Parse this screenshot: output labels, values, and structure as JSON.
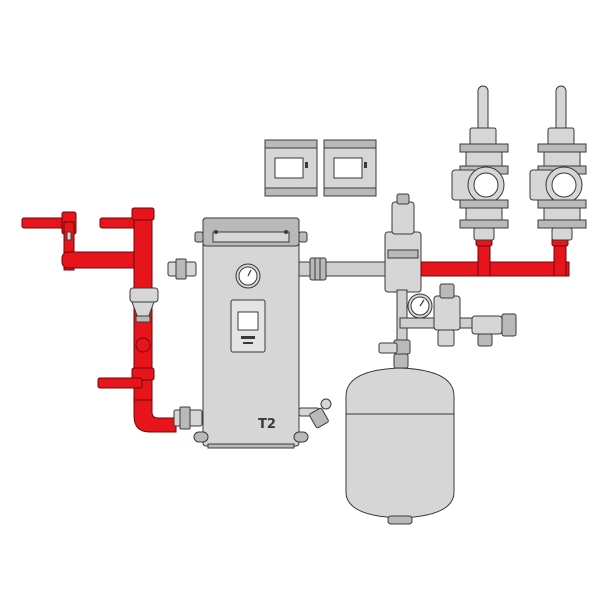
{
  "diagram": {
    "boiler_logo": "T2",
    "colors": {
      "supply_pipe": "#e8141b",
      "neutral_pipe": "#cfcfcf",
      "metal": "#d6d6d6",
      "outline": "#3a3a3a",
      "background": "#ffffff"
    },
    "components": [
      "left-inlet-valves",
      "y-strainer",
      "electric-boiler",
      "control-modules",
      "air-vent",
      "pressure-gauge",
      "safety-valve-group",
      "expansion-vessel",
      "circulation-pump-1",
      "circulation-pump-2"
    ]
  }
}
